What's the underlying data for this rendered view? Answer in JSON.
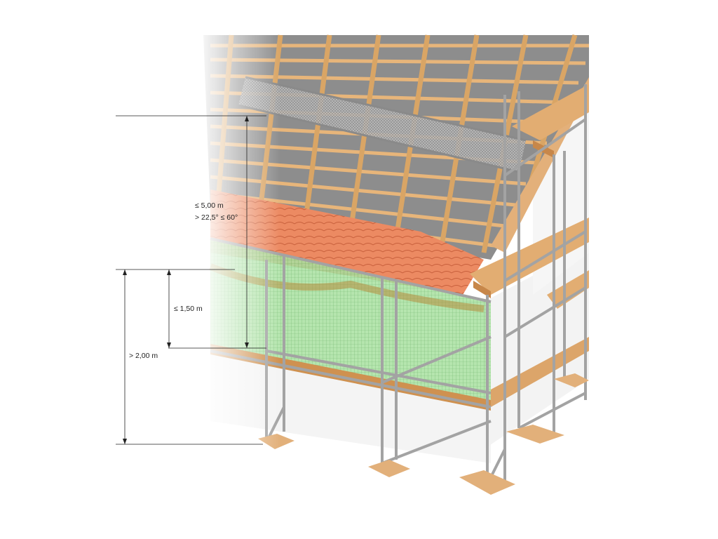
{
  "dimensions": {
    "roof_height": "≤ 5,00 m",
    "roof_pitch": "> 22,5° ≤ 60°",
    "net_height": "≤ 1,50 m",
    "eave_height": "> 2,00 m"
  },
  "colors": {
    "timber": "#e8b87c",
    "timber_dark": "#c98e4a",
    "roof_tile": "#e8805a",
    "safety_net": "#8fd48a",
    "scaffold_tube": "#9a9a9a",
    "dimension_line": "#222222",
    "wall": "#f2f2f2"
  }
}
